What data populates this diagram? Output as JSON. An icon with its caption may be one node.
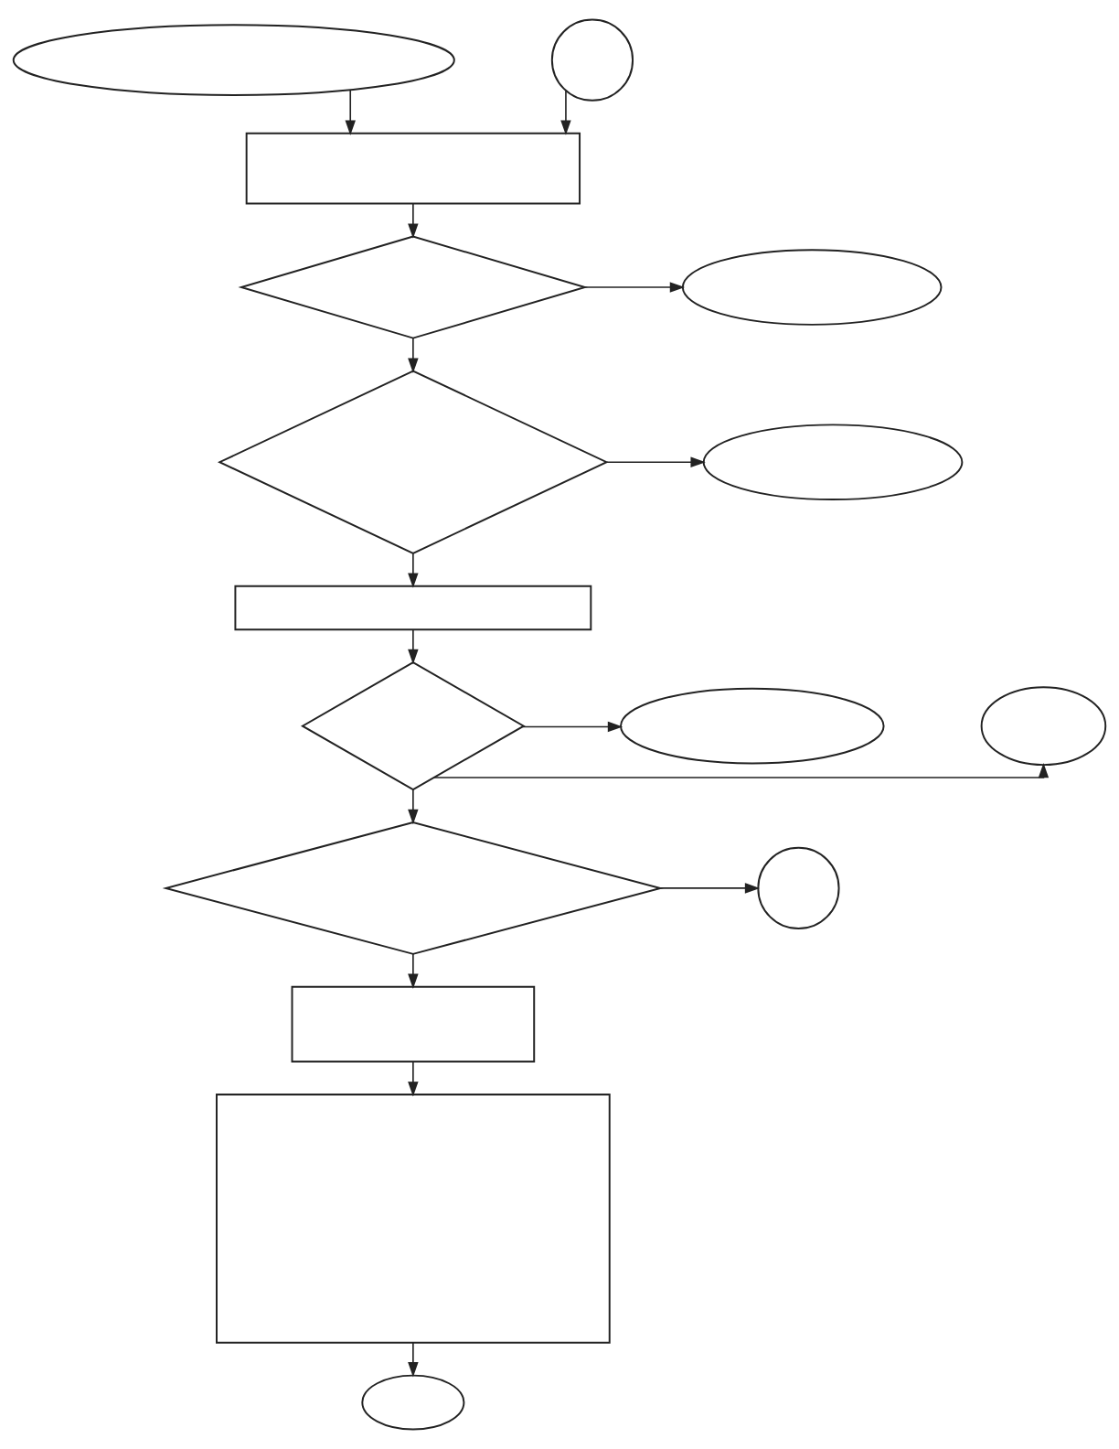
{
  "diagram": {
    "nodes": [
      {
        "text": [],
        "shape": "ellipse"
      },
      {
        "text": [],
        "shape": "circle"
      },
      {
        "text": [],
        "shape": "box"
      },
      {
        "text": [],
        "shape": "diamond"
      },
      {
        "text": [],
        "shape": "ellipse"
      },
      {
        "text": [],
        "shape": "diamond"
      },
      {
        "text": [],
        "shape": "ellipse"
      },
      {
        "text": [],
        "shape": "box"
      },
      {
        "text": [],
        "shape": "ellipse"
      },
      {
        "text": [],
        "shape": "diamond"
      },
      {
        "text": [],
        "shape": "ellipse"
      },
      {
        "text": [],
        "shape": "diamond"
      },
      {
        "text": [],
        "shape": "circle"
      },
      {
        "text": [],
        "shape": "box"
      },
      {
        "text": [],
        "shape": "box"
      },
      {
        "text": [],
        "shape": "ellipse"
      }
    ],
    "edges": [
      {
        "from": 0,
        "to": 2,
        "arrow": "to"
      },
      {
        "from": 1,
        "to": 2,
        "arrow": "to"
      },
      {
        "from": 2,
        "to": 3,
        "arrow": "to"
      },
      {
        "from": 3,
        "to": 4,
        "arrow": "to"
      },
      {
        "from": 3,
        "to": 5,
        "arrow": "to"
      },
      {
        "from": 5,
        "to": 6,
        "arrow": "to"
      },
      {
        "from": 5,
        "to": 7,
        "arrow": "to"
      },
      {
        "from": 7,
        "to": 9,
        "arrow": "to"
      },
      {
        "from": 9,
        "to": 8,
        "arrow": "to"
      },
      {
        "from": 9,
        "to": 10,
        "arrow": "to"
      },
      {
        "from": 9,
        "to": 11,
        "arrow": "to"
      },
      {
        "from": 11,
        "to": 12,
        "arrow": "to"
      },
      {
        "from": 11,
        "to": 13,
        "arrow": "to"
      },
      {
        "from": 13,
        "to": 14,
        "arrow": "to"
      },
      {
        "from": 14,
        "to": 15,
        "arrow": "to"
      }
    ]
  }
}
